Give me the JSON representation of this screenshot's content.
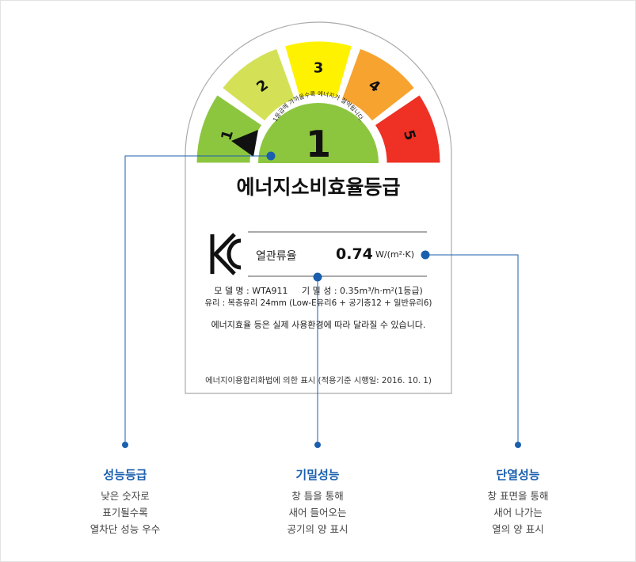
{
  "gauge": {
    "grades": [
      "1",
      "2",
      "3",
      "4",
      "5"
    ],
    "colors": [
      "#8cc63f",
      "#d4e157",
      "#fff200",
      "#f7a330",
      "#ee3124"
    ],
    "current_grade": "1",
    "arc_note": "1등급에 가까울수록 에너지가 절약됩니다."
  },
  "label": {
    "title": "에너지소비효율등급",
    "metric_name": "열관류율",
    "metric_value": "0.74",
    "metric_unit": "W/(m²·K)",
    "model_line": "모 델 명 : WTA911     기 밀 성 : 0.35m³/h·m²(1등급)",
    "glass_line": "유리 : 복층유리 24mm (Low-E유리6 + 공기층12 + 일반유리6)",
    "notice": "에너지효율 등은 실제 사용환경에 따라 달라질 수 있습니다.",
    "footer": "에너지이용합리화법에 의한 표시 (적용기준 시행일: 2016. 10. 1)"
  },
  "callouts": [
    {
      "title": "성능등급",
      "lines": [
        "낮은 숫자로",
        "표기될수록",
        "열차단 성능 우수"
      ]
    },
    {
      "title": "기밀성능",
      "lines": [
        "창 틈을 통해",
        "새어 들어오는",
        "공기의 양 표시"
      ]
    },
    {
      "title": "단열성능",
      "lines": [
        "창 표면을 통해",
        "새어 나가는",
        "열의 양 표시"
      ]
    }
  ],
  "accent_color": "#1a5fae"
}
